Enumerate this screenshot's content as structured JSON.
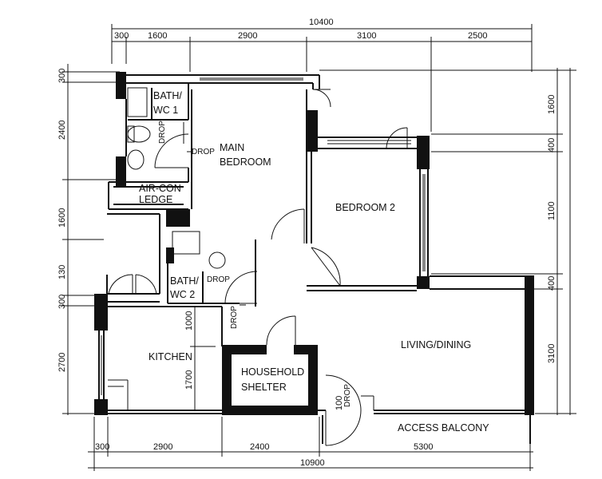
{
  "dimensions": {
    "top_total": "10400",
    "top_segments": [
      "300",
      "1600",
      "2900",
      "3100",
      "2500"
    ],
    "bottom_total": "10900",
    "bottom_segments": [
      "300",
      "2900",
      "2400",
      "5300"
    ],
    "left_segments": [
      "300",
      "2400",
      "1600",
      "130",
      "300",
      "2700"
    ],
    "right_segments": [
      "1600",
      "400",
      "1100",
      "400",
      "3100"
    ],
    "interior_kitchen": [
      "1000",
      "1700"
    ],
    "interior_drop_door": "100"
  },
  "rooms": {
    "bath_wc_1": [
      "BATH/",
      "WC 1"
    ],
    "main_bedroom": [
      "MAIN",
      "BEDROOM"
    ],
    "air_con_ledge": [
      "AIR-CON",
      "LEDGE"
    ],
    "bedroom_2": "BEDROOM 2",
    "bath_wc_2": [
      "BATH/",
      "WC 2"
    ],
    "kitchen": "KITCHEN",
    "living_dining": "LIVING/DINING",
    "household_shelter": [
      "HOUSEHOLD",
      "SHELTER"
    ],
    "access_balcony": "ACCESS BALCONY"
  },
  "drop_labels": {
    "wc1": "DROP",
    "main_bedroom": "DROP",
    "wc2": "DROP",
    "corridor": "DROP",
    "entrance": "DROP"
  }
}
